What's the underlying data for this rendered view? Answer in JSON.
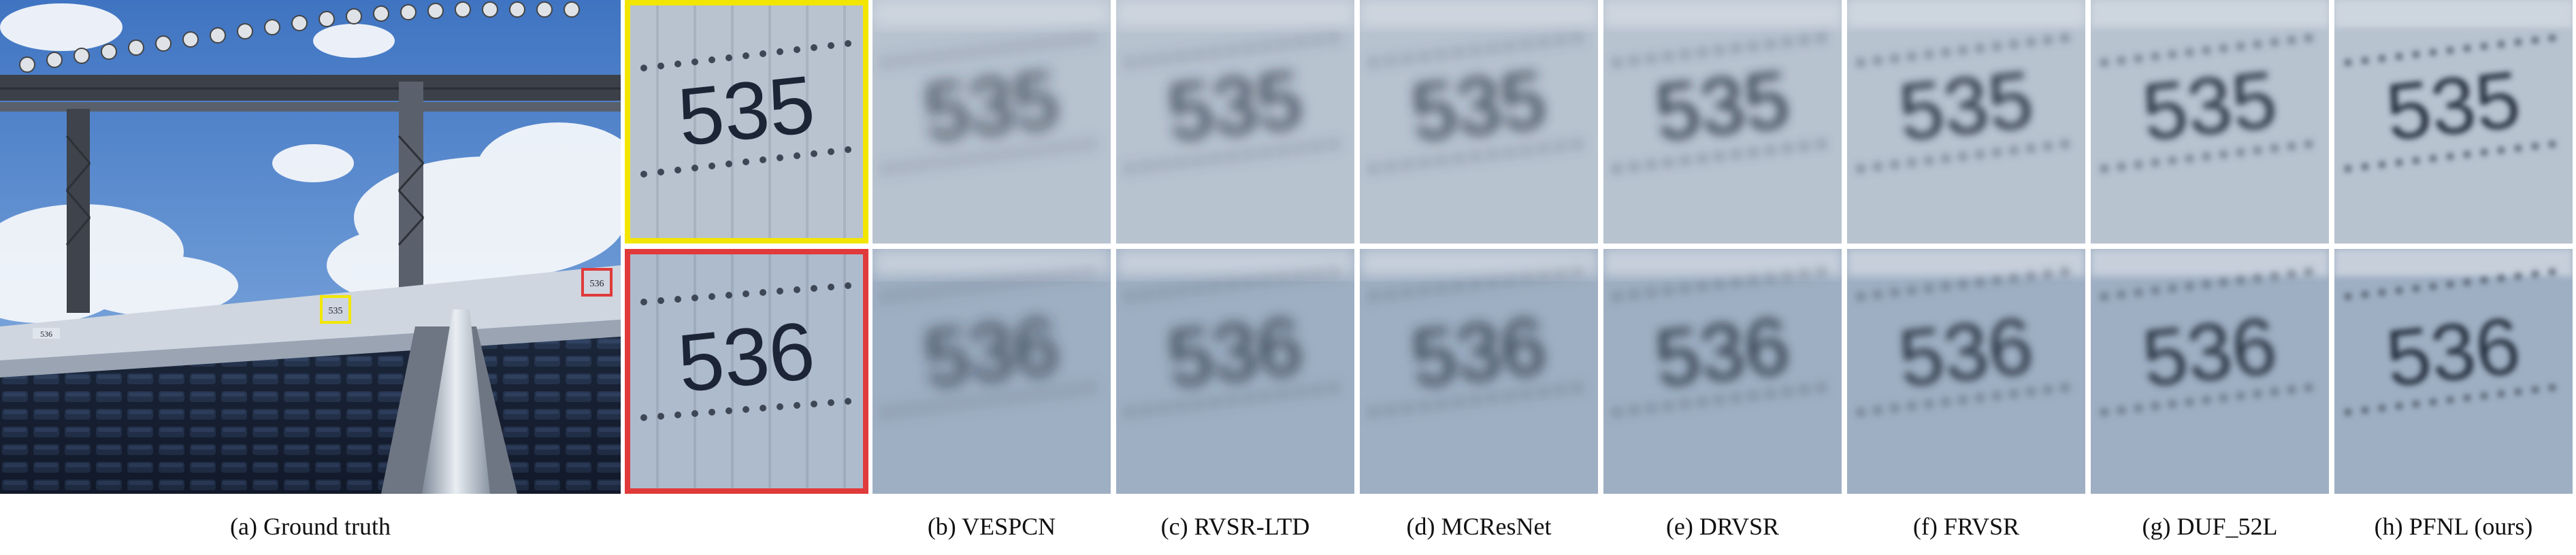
{
  "figure": {
    "ground_truth": {
      "caption": "(a) Ground truth",
      "top_sign_number": "535",
      "bottom_sign_number": "536",
      "left_wall_number": "536"
    },
    "zoom_insets": [
      {
        "text": "535",
        "frame_color": "#f2e600"
      },
      {
        "text": "536",
        "frame_color": "#e03a3a"
      }
    ],
    "methods": [
      {
        "caption": "(b) VESPCN",
        "top_text": "535",
        "bottom_text": "536",
        "blur": 3.6
      },
      {
        "caption": "(c) RVSR-LTD",
        "top_text": "535",
        "bottom_text": "536",
        "blur": 3.3
      },
      {
        "caption": "(d) MCResNet",
        "top_text": "535",
        "bottom_text": "536",
        "blur": 3.1
      },
      {
        "caption": "(e) DRVSR",
        "top_text": "535",
        "bottom_text": "536",
        "blur": 2.6
      },
      {
        "caption": "(f) FRVSR",
        "top_text": "535",
        "bottom_text": "536",
        "blur": 2.0
      },
      {
        "caption": "(g) DUF_52L",
        "top_text": "535",
        "bottom_text": "536",
        "blur": 1.8
      },
      {
        "caption": "(h) PFNL (ours)",
        "top_text": "535",
        "bottom_text": "536",
        "blur": 1.4
      }
    ],
    "colors": {
      "highlight_yellow": "#f2e600",
      "highlight_red": "#e03a3a",
      "wall_tone": "#9aa9bd",
      "text_tone": "#1c2535"
    }
  }
}
